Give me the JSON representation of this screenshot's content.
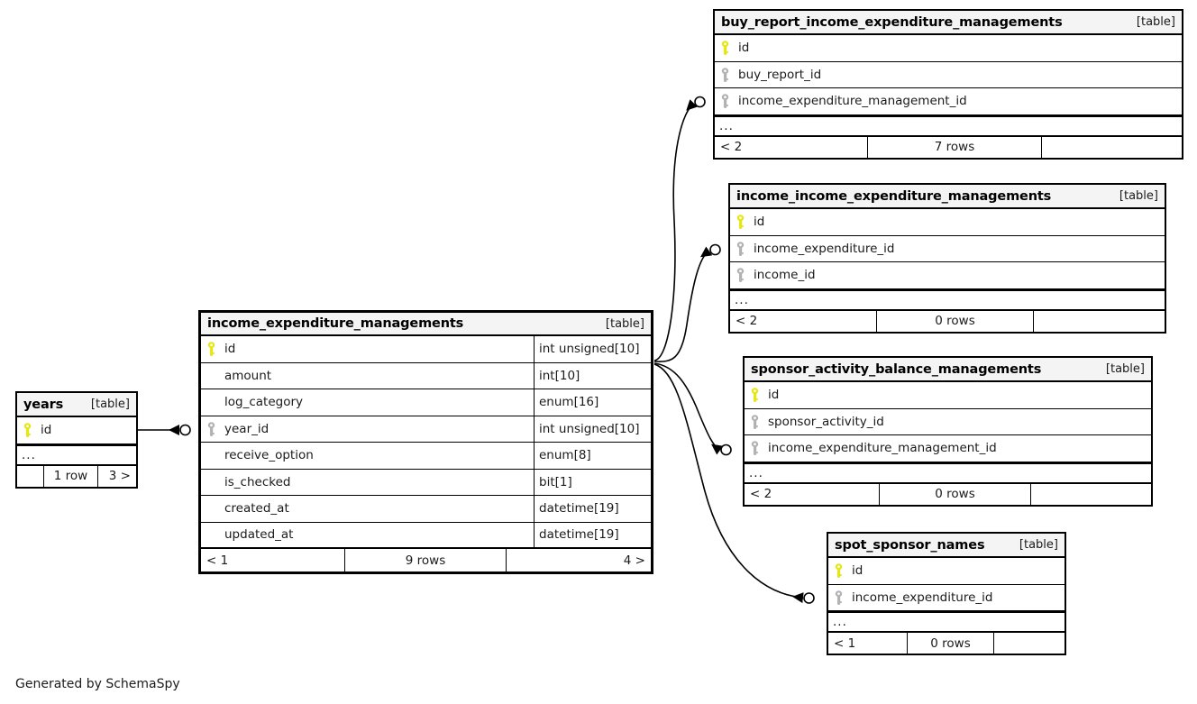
{
  "diagram": {
    "title": "SchemaSpy relationships diagram",
    "credit": "Generated by SchemaSpy",
    "table_tag": "[table]",
    "ellipsis": "...",
    "pk_color": "#e8e80a",
    "fk_color": "#b3b3b3",
    "header_bg": "#f4f4f4",
    "border_color": "#000000"
  },
  "tables": {
    "income_expenditure_managements": {
      "name": "income_expenditure_managements",
      "tag": "[table]",
      "columns": [
        {
          "name": "id",
          "type": "int unsigned[10]",
          "key": "primary"
        },
        {
          "name": "amount",
          "type": "int[10]",
          "key": "none"
        },
        {
          "name": "log_category",
          "type": "enum[16]",
          "key": "none"
        },
        {
          "name": "year_id",
          "type": "int unsigned[10]",
          "key": "foreign"
        },
        {
          "name": "receive_option",
          "type": "enum[8]",
          "key": "none"
        },
        {
          "name": "is_checked",
          "type": "bit[1]",
          "key": "none"
        },
        {
          "name": "created_at",
          "type": "datetime[19]",
          "key": "none"
        },
        {
          "name": "updated_at",
          "type": "datetime[19]",
          "key": "none"
        }
      ],
      "ellipsis": "",
      "footer": {
        "left": "< 1",
        "center": "9 rows",
        "right": "4 >"
      }
    },
    "years": {
      "name": "years",
      "tag": "[table]",
      "columns": [
        {
          "name": "id",
          "type": "",
          "key": "primary"
        }
      ],
      "ellipsis": "...",
      "footer": {
        "left": "",
        "center": "1 row",
        "right": "3 >"
      }
    },
    "buy_report_income_expenditure_managements": {
      "name": "buy_report_income_expenditure_managements",
      "tag": "[table]",
      "columns": [
        {
          "name": "id",
          "type": "",
          "key": "primary"
        },
        {
          "name": "buy_report_id",
          "type": "",
          "key": "foreign"
        },
        {
          "name": "income_expenditure_management_id",
          "type": "",
          "key": "foreign"
        }
      ],
      "ellipsis": "...",
      "footer": {
        "left": "< 2",
        "center": "7 rows",
        "right": ""
      }
    },
    "income_income_expenditure_managements": {
      "name": "income_income_expenditure_managements",
      "tag": "[table]",
      "columns": [
        {
          "name": "id",
          "type": "",
          "key": "primary"
        },
        {
          "name": "income_expenditure_id",
          "type": "",
          "key": "foreign"
        },
        {
          "name": "income_id",
          "type": "",
          "key": "foreign"
        }
      ],
      "ellipsis": "...",
      "footer": {
        "left": "< 2",
        "center": "0 rows",
        "right": ""
      }
    },
    "sponsor_activity_balance_managements": {
      "name": "sponsor_activity_balance_managements",
      "tag": "[table]",
      "columns": [
        {
          "name": "id",
          "type": "",
          "key": "primary"
        },
        {
          "name": "sponsor_activity_id",
          "type": "",
          "key": "foreign"
        },
        {
          "name": "income_expenditure_management_id",
          "type": "",
          "key": "foreign"
        }
      ],
      "ellipsis": "...",
      "footer": {
        "left": "< 2",
        "center": "0 rows",
        "right": ""
      }
    },
    "spot_sponsor_names": {
      "name": "spot_sponsor_names",
      "tag": "[table]",
      "columns": [
        {
          "name": "id",
          "type": "",
          "key": "primary"
        },
        {
          "name": "income_expenditure_id",
          "type": "",
          "key": "foreign"
        }
      ],
      "ellipsis": "...",
      "footer": {
        "left": "< 1",
        "center": "0 rows",
        "right": ""
      }
    }
  },
  "relationships": [
    {
      "from": "years",
      "to": "income_expenditure_managements",
      "to_column": "year_id"
    },
    {
      "from": "income_expenditure_managements",
      "to": "buy_report_income_expenditure_managements",
      "to_column": "income_expenditure_management_id"
    },
    {
      "from": "income_expenditure_managements",
      "to": "income_income_expenditure_managements",
      "to_column": "income_expenditure_id"
    },
    {
      "from": "income_expenditure_managements",
      "to": "sponsor_activity_balance_managements",
      "to_column": "income_expenditure_management_id"
    },
    {
      "from": "income_expenditure_managements",
      "to": "spot_sponsor_names",
      "to_column": "income_expenditure_id"
    }
  ]
}
